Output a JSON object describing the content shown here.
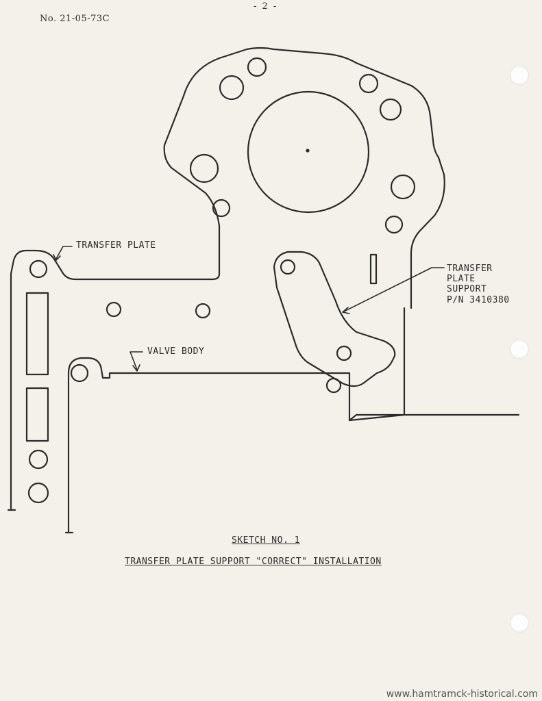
{
  "header": {
    "doc_number": "No. 21-05-73C",
    "page_number": "- 2 -"
  },
  "labels": {
    "transfer_plate": "TRANSFER PLATE",
    "valve_body": "VALVE BODY",
    "support_line1": "TRANSFER",
    "support_line2": "PLATE",
    "support_line3": "SUPPORT",
    "support_line4": "P/N 3410380"
  },
  "caption": {
    "title": "SKETCH NO. 1",
    "subtitle": "TRANSFER PLATE SUPPORT \"CORRECT\" INSTALLATION"
  },
  "footer": {
    "watermark": "www.hamtramck-historical.com"
  }
}
